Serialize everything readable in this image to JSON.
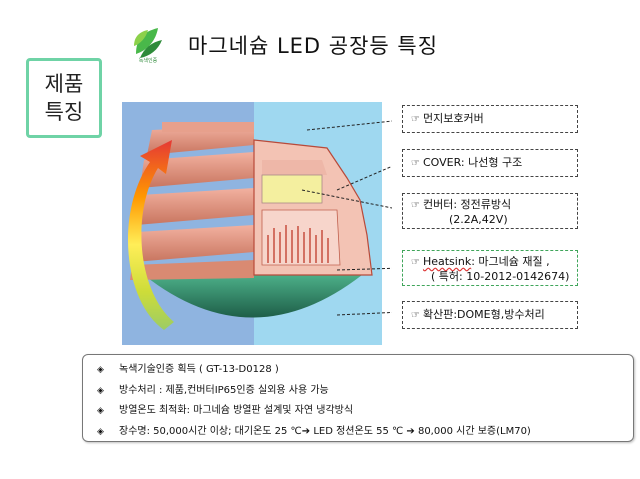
{
  "header": {
    "logo_text": "녹색인증",
    "title": "마그네슘 LED 공장등 특징"
  },
  "side_label": {
    "line1": "제품",
    "line2": "특징"
  },
  "colors": {
    "accent_green": "#6fd3a6",
    "logo_green": "#2e8b3a",
    "callout_green": "#3fa55a"
  },
  "callouts": [
    {
      "text": "먼지보호커버"
    },
    {
      "text": "COVER: 나선형 구조"
    },
    {
      "line1": "컨버터: 정전류방식",
      "line2": "(2.2A,42V)"
    },
    {
      "line1_prefix": "Heatsink",
      "line1_rest": ": 마그네슘 재질 ,",
      "line2": "( 특허: 10-2012-0142674)"
    },
    {
      "text": "확산판:DOME형,방수처리"
    }
  ],
  "specs": [
    "녹색기술인증 획득 ( GT-13-D0128 )",
    "방수처리 : 제품,컨버터IP65인증  실외용 사용 가능",
    "방열온도 최적화:  마그네슘 방열판 설계및  자연 냉각방식",
    "장수명:  50,000시간  이상;     대기온도 25 ℃➔ LED 정션온도 55 ℃ ➔  80,000 시간 보증(LM70)"
  ]
}
